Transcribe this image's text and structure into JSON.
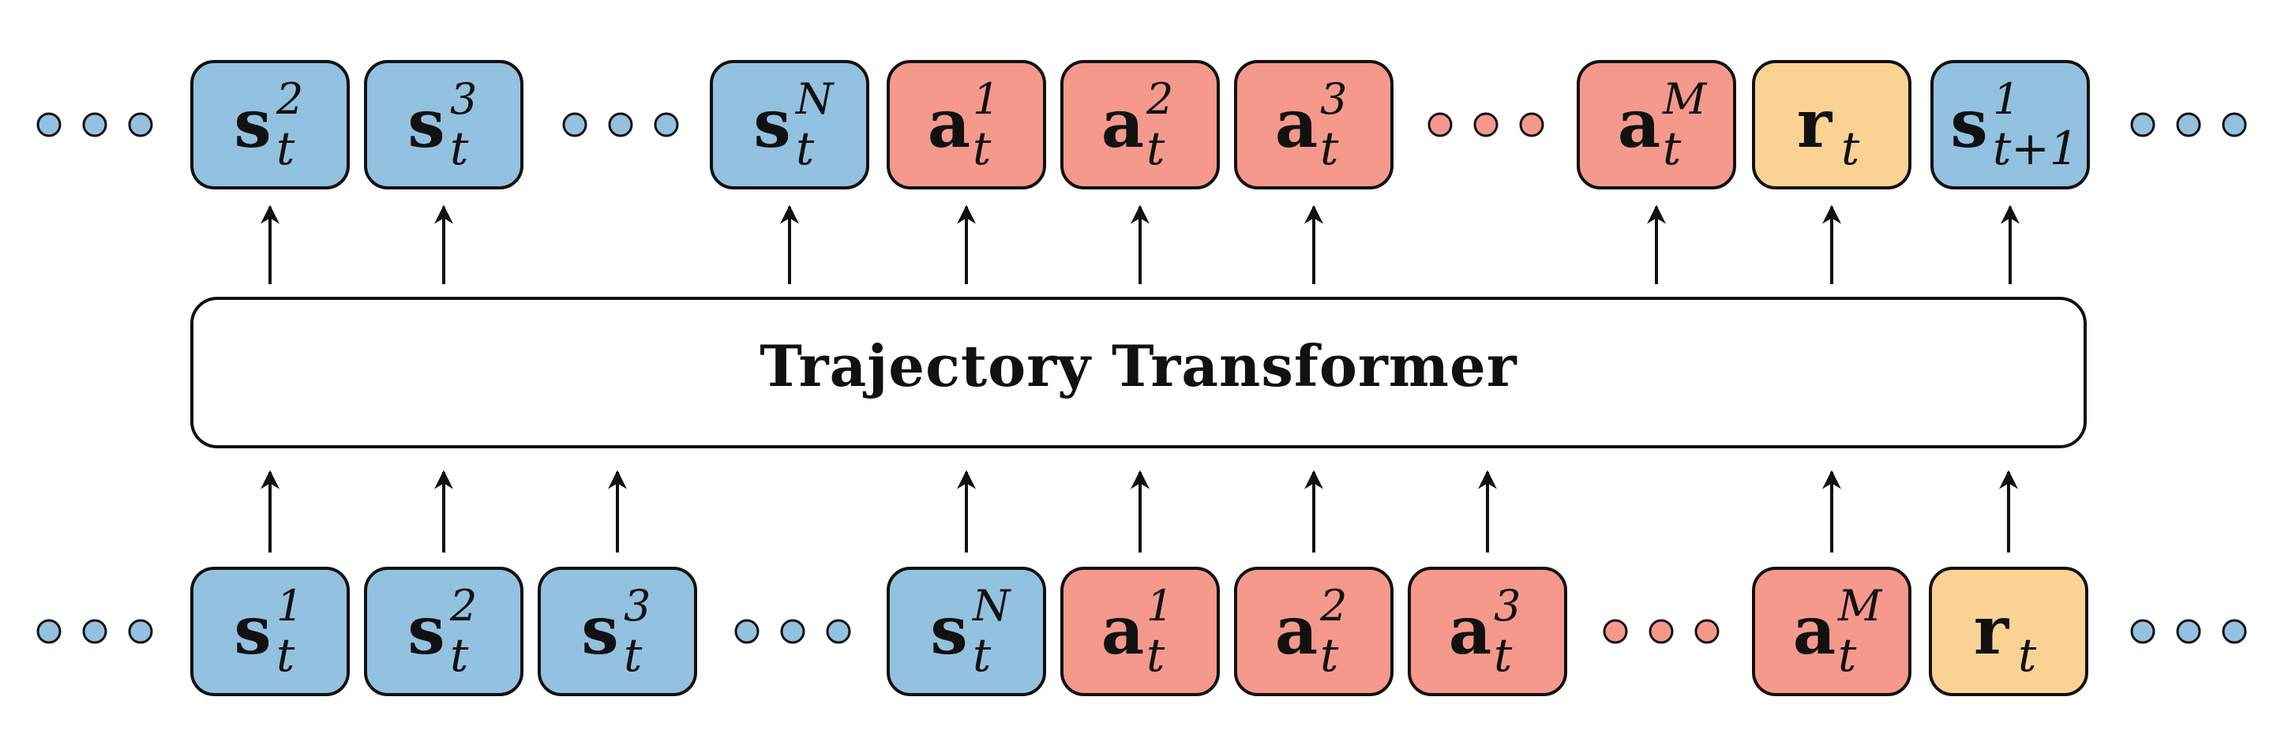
{
  "colors": {
    "state": "#93C1E0",
    "action": "#F4998B",
    "reward": "#FAD394",
    "outline": "#111111",
    "transformer_fill": "#FFFFFF"
  },
  "transformer": {
    "label": "Trajectory Transformer"
  },
  "top_row": [
    {
      "kind": "dots",
      "color": "state"
    },
    {
      "kind": "token",
      "type": "state",
      "sym": "s",
      "sub": "t",
      "sup": "2"
    },
    {
      "kind": "token",
      "type": "state",
      "sym": "s",
      "sub": "t",
      "sup": "3"
    },
    {
      "kind": "dots",
      "color": "state"
    },
    {
      "kind": "token",
      "type": "state",
      "sym": "s",
      "sub": "t",
      "sup": "N"
    },
    {
      "kind": "token",
      "type": "action",
      "sym": "a",
      "sub": "t",
      "sup": "1"
    },
    {
      "kind": "token",
      "type": "action",
      "sym": "a",
      "sub": "t",
      "sup": "2"
    },
    {
      "kind": "token",
      "type": "action",
      "sym": "a",
      "sub": "t",
      "sup": "3"
    },
    {
      "kind": "dots",
      "color": "action"
    },
    {
      "kind": "token",
      "type": "action",
      "sym": "a",
      "sub": "t",
      "sup": "M"
    },
    {
      "kind": "token",
      "type": "reward",
      "sym": "r",
      "sub": "t",
      "sup": ""
    },
    {
      "kind": "token",
      "type": "state",
      "sym": "s",
      "sub": "t+1",
      "sup": "1"
    },
    {
      "kind": "dots",
      "color": "state"
    }
  ],
  "bottom_row": [
    {
      "kind": "dots",
      "color": "state"
    },
    {
      "kind": "token",
      "type": "state",
      "sym": "s",
      "sub": "t",
      "sup": "1"
    },
    {
      "kind": "token",
      "type": "state",
      "sym": "s",
      "sub": "t",
      "sup": "2"
    },
    {
      "kind": "token",
      "type": "state",
      "sym": "s",
      "sub": "t",
      "sup": "3"
    },
    {
      "kind": "dots",
      "color": "state"
    },
    {
      "kind": "token",
      "type": "state",
      "sym": "s",
      "sub": "t",
      "sup": "N"
    },
    {
      "kind": "token",
      "type": "action",
      "sym": "a",
      "sub": "t",
      "sup": "1"
    },
    {
      "kind": "token",
      "type": "action",
      "sym": "a",
      "sub": "t",
      "sup": "2"
    },
    {
      "kind": "token",
      "type": "action",
      "sym": "a",
      "sub": "t",
      "sup": "3"
    },
    {
      "kind": "dots",
      "color": "action"
    },
    {
      "kind": "token",
      "type": "action",
      "sym": "a",
      "sub": "t",
      "sup": "M"
    },
    {
      "kind": "token",
      "type": "reward",
      "sym": "r",
      "sub": "t",
      "sup": ""
    },
    {
      "kind": "dots",
      "color": "state"
    }
  ]
}
